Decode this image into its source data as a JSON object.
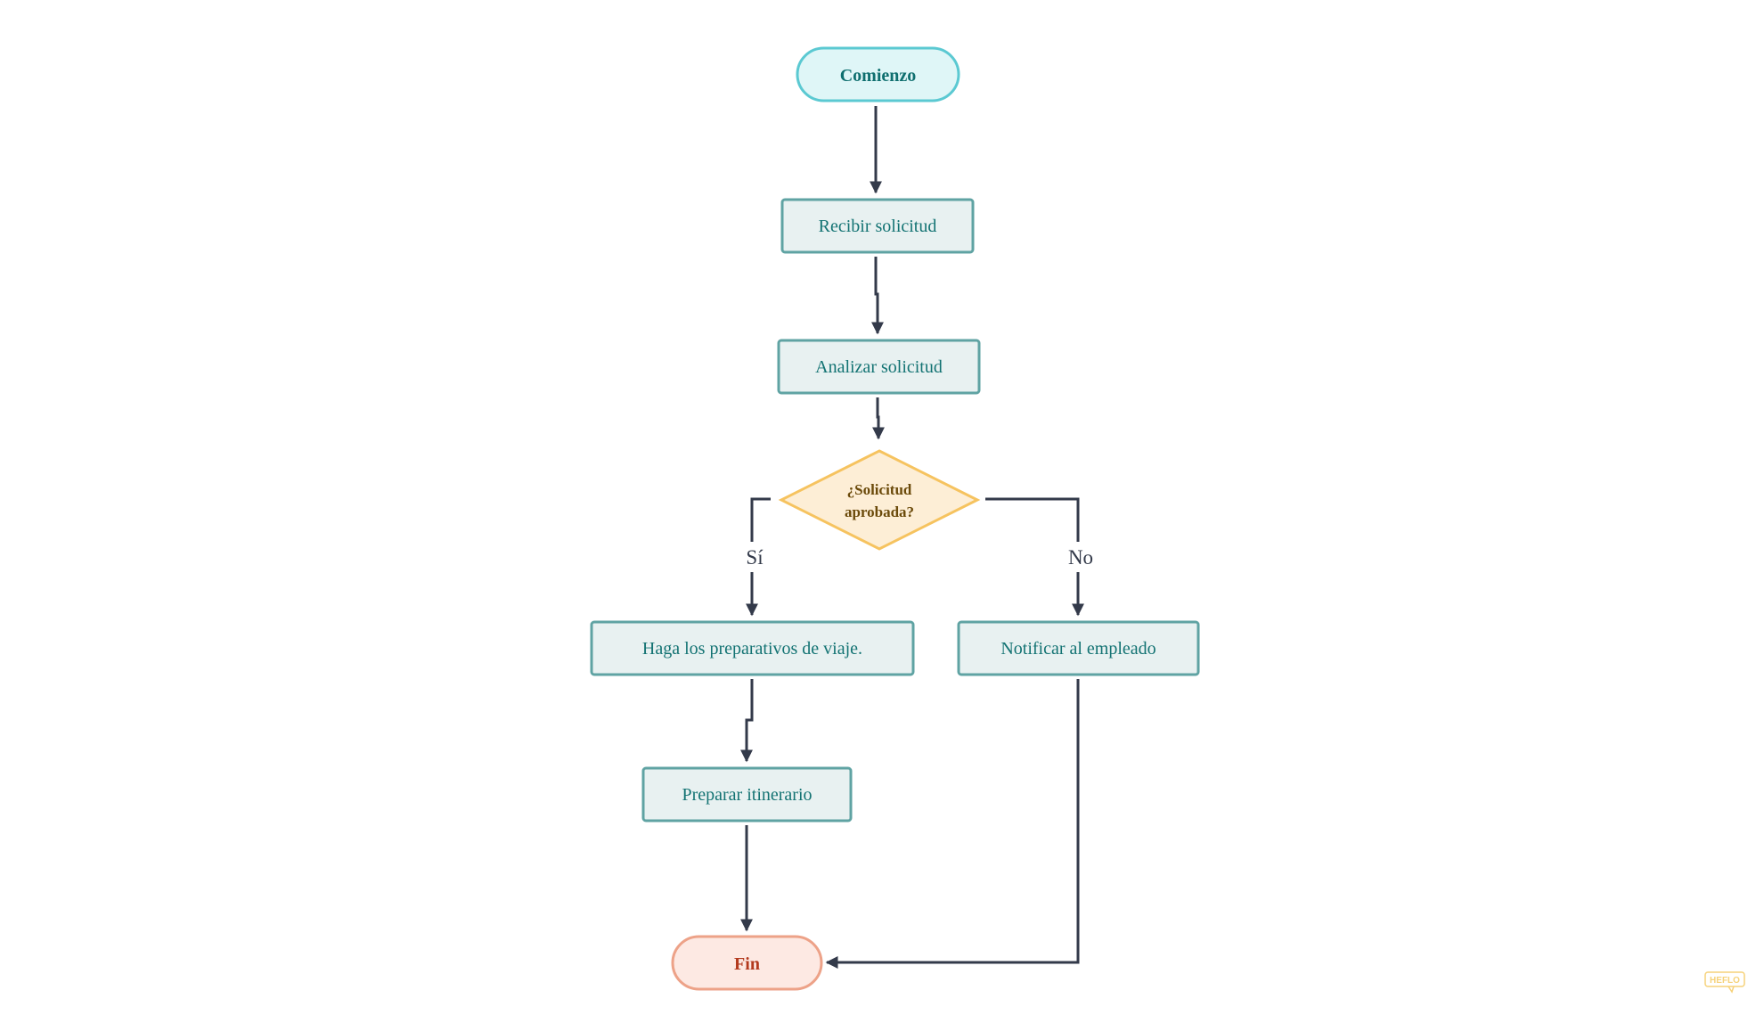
{
  "colors": {
    "connector": "#333a4a",
    "terminal_start_fill": "#dff6f7",
    "terminal_start_stroke": "#5bc9d2",
    "terminal_start_text": "#0f6f6f",
    "process_fill": "#e8f1f1",
    "process_stroke": "#5fa3a3",
    "process_text": "#137373",
    "decision_fill": "#fdeed6",
    "decision_stroke": "#f6c35f",
    "decision_text": "#6b4a0a",
    "terminal_end_fill": "#fde9e3",
    "terminal_end_stroke": "#eda288",
    "terminal_end_text": "#b33a1e",
    "watermark": "#f6d27a"
  },
  "nodes": {
    "start": {
      "label": "Comienzo",
      "shape": "terminal"
    },
    "receive": {
      "label": "Recibir solicitud",
      "shape": "process"
    },
    "analyze": {
      "label": "Analizar solicitud",
      "shape": "process"
    },
    "decision": {
      "line1": "¿Solicitud",
      "line2": "aprobada?",
      "shape": "decision"
    },
    "travel": {
      "label": "Haga los preparativos de viaje.",
      "shape": "process"
    },
    "notify": {
      "label": "Notificar al empleado",
      "shape": "process"
    },
    "itinerary": {
      "label": "Preparar itinerario",
      "shape": "process"
    },
    "end": {
      "label": "Fin",
      "shape": "terminal"
    }
  },
  "edges": {
    "yes_label": "Sí",
    "no_label": "No"
  },
  "watermark": {
    "text": "HEFLO"
  }
}
